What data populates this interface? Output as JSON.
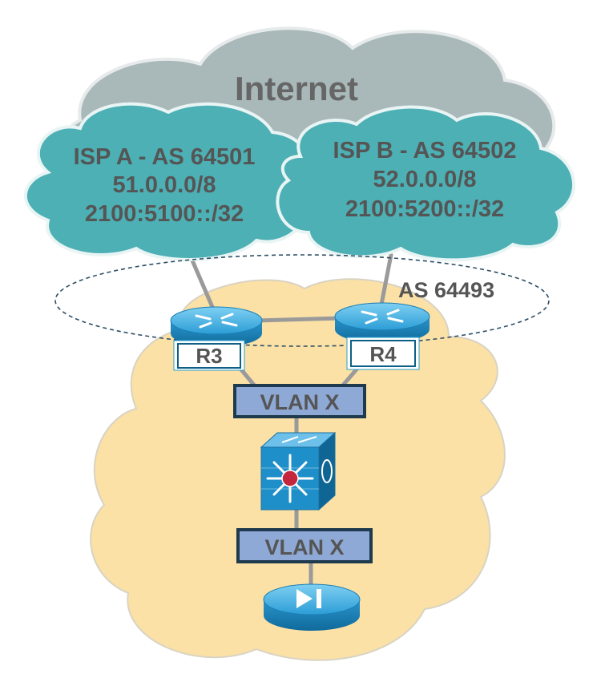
{
  "internet": {
    "label": "Internet"
  },
  "isp_a": {
    "line1": "ISP A - AS 64501",
    "line2": "51.0.0.0/8",
    "line3": "2100:5100::/32"
  },
  "isp_b": {
    "line1": "ISP B - AS 64502",
    "line2": "52.0.0.0/8",
    "line3": "2100:5200::/32"
  },
  "enterprise": {
    "as_label": "AS 64493"
  },
  "routers": {
    "r3": "R3",
    "r4": "R4"
  },
  "vlans": {
    "upper": "VLAN X",
    "lower": "VLAN X"
  },
  "icons": {
    "router": "router-icon",
    "switch": "layer3-switch-icon",
    "server": "load-balancer-icon"
  },
  "colors": {
    "internet_cloud": "#a8b6b8",
    "isp_cloud": "#4aaeb4",
    "enterprise_cloud": "#fbe1a6",
    "device_blue": "#1f8fc9",
    "vlan_fill": "#8ea9d5",
    "vlan_border": "#1f3a4d",
    "text_dark": "#555555",
    "link_gray": "#9a9a9a"
  }
}
